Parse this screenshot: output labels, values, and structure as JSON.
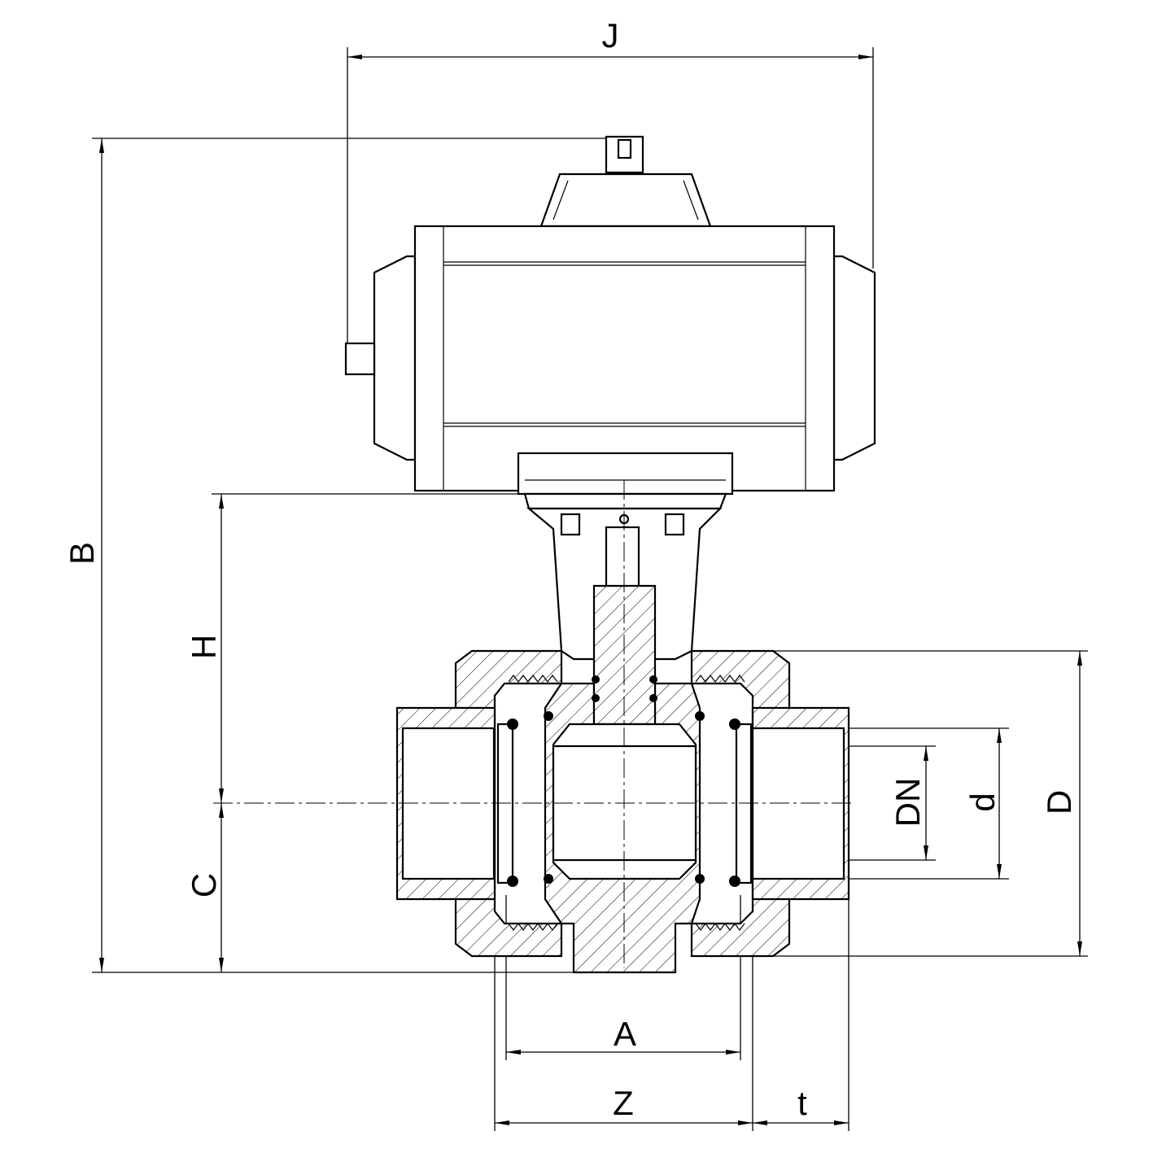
{
  "drawing": {
    "title": "Pneumatic actuated ball valve dimension drawing",
    "line_color": "#000000",
    "background_color": "#ffffff"
  },
  "dimensions": {
    "J": "J",
    "B": "B",
    "H": "H",
    "C": "C",
    "A": "A",
    "Z": "Z",
    "t": "t",
    "DN": "DN",
    "d": "d",
    "D": "D"
  }
}
